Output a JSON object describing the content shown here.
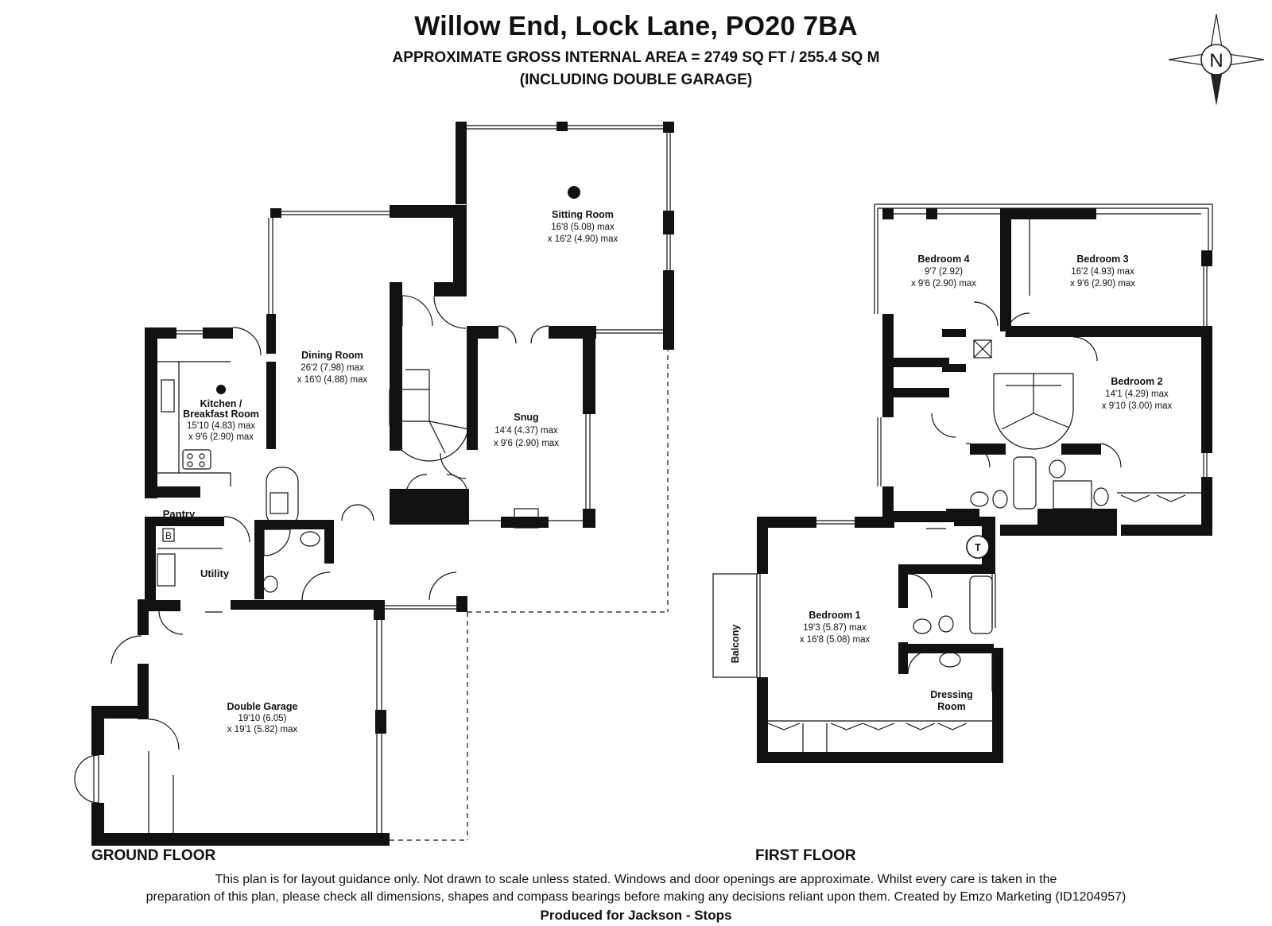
{
  "header": {
    "title": "Willow End, Lock Lane, PO20 7BA",
    "area": "APPROXIMATE GROSS INTERNAL AREA = 2749 SQ FT / 255.4 SQ M",
    "garage_note": "(INCLUDING DOUBLE GARAGE)"
  },
  "compass": {
    "letter": "N",
    "icon": "compass-rose-icon"
  },
  "floors": {
    "ground_label": "GROUND FLOOR",
    "first_label": "FIRST FLOOR"
  },
  "ground_rooms": {
    "sitting": {
      "name": "Sitting Room",
      "d1": "16'8 (5.08) max",
      "d2": "x 16'2 (4.90) max"
    },
    "dining": {
      "name": "Dining Room",
      "d1": "26'2 (7.98) max",
      "d2": "x 16'0 (4.88) max"
    },
    "kitchen": {
      "name1": "Kitchen /",
      "name2": "Breakfast Room",
      "d1": "15'10 (4.83) max",
      "d2": "x 9'6 (2.90) max"
    },
    "snug": {
      "name": "Snug",
      "d1": "14'4 (4.37) max",
      "d2": "x 9'6 (2.90) max"
    },
    "pantry": {
      "name": "Pantry"
    },
    "utility": {
      "name": "Utility",
      "boiler": "B"
    },
    "garage": {
      "name": "Double Garage",
      "d1": "19'10 (6.05)",
      "d2": "x 19'1 (5.82) max"
    }
  },
  "first_rooms": {
    "bed4": {
      "name": "Bedroom 4",
      "d1": "9'7 (2.92)",
      "d2": "x 9'6 (2.90) max"
    },
    "bed3": {
      "name": "Bedroom 3",
      "d1": "16'2 (4.93) max",
      "d2": "x 9'6 (2.90) max"
    },
    "bed2": {
      "name": "Bedroom 2",
      "d1": "14'1 (4.29) max",
      "d2": "x 9'10 (3.00) max"
    },
    "bed1": {
      "name": "Bedroom 1",
      "d1": "19'3 (5.87) max",
      "d2": "x 16'8 (5.08) max"
    },
    "dressing": {
      "name1": "Dressing",
      "name2": "Room"
    },
    "balcony": {
      "name": "Balcony"
    },
    "tank": {
      "name": "T"
    }
  },
  "disclaimer": {
    "line1": "This plan is for layout guidance only. Not drawn to scale unless stated. Windows and door openings are approximate. Whilst every care is taken in the",
    "line2": "preparation of this plan, please check all dimensions, shapes and compass bearings before making any decisions reliant upon them. Created by Emzo Marketing (ID1204957)"
  },
  "producer": "Produced for Jackson - Stops"
}
